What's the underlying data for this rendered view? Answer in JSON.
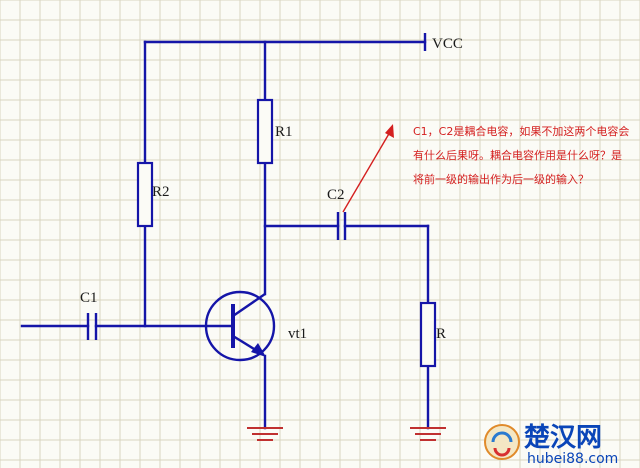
{
  "labels": {
    "vcc": "VCC",
    "r1": "R1",
    "r2": "R2",
    "c1": "C1",
    "c2": "C2",
    "r": "R",
    "vt1": "vt1"
  },
  "annotation": {
    "line1": "C1，C2是耦合电容，如果不加这两个电容会",
    "line2": "有什么后果呀。耦合电容作用是什么呀？是",
    "line3": "将前一级的输出作为后一级的输入？"
  },
  "watermark": {
    "title": "楚汉网",
    "sub": "hubei88.com"
  },
  "colors": {
    "wire": "#1515a8",
    "component": "#1515a8",
    "annotation": "#d42020",
    "grid": "#d8d4c0",
    "ground": "#c03030"
  }
}
